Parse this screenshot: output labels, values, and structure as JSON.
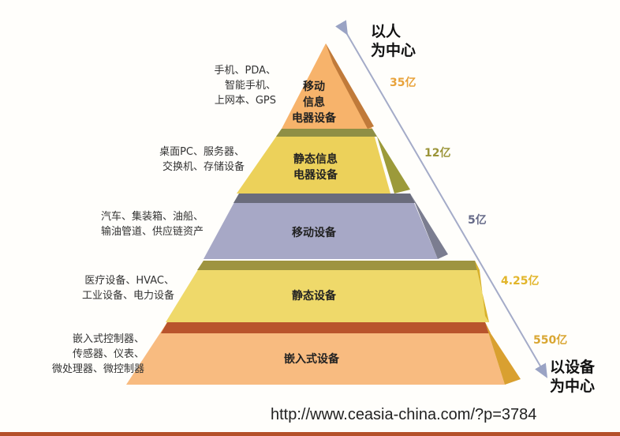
{
  "header_top": [
    "以人",
    "为中心"
  ],
  "header_bottom": [
    "以设备",
    "为中心"
  ],
  "tiers": [
    {
      "name_lines": [
        "移动",
        "信息",
        "电器设备"
      ],
      "desc_lines": [
        "手机、PDA、",
        "智能手机、",
        "上网本、GPS"
      ],
      "count": "35亿",
      "count_color": "#e8a23a",
      "color": "#f7b36b"
    },
    {
      "name_lines": [
        "静态信息",
        "电器设备"
      ],
      "desc_lines": [
        "桌面PC、服务器、",
        "交换机、存储设备"
      ],
      "count": "12亿",
      "count_color": "#9b9438",
      "color": "#ecd15a"
    },
    {
      "name_lines": [
        "移动设备"
      ],
      "desc_lines": [
        "汽车、集装箱、油船、",
        "输油管道、供应链资产"
      ],
      "count": "5亿",
      "count_color": "#666a88",
      "color": "#a7a8c6"
    },
    {
      "name_lines": [
        "静态设备"
      ],
      "desc_lines": [
        "医疗设备、HVAC、",
        "工业设备、电力设备"
      ],
      "count": "4.25亿",
      "count_color": "#e2b52a",
      "color": "#efd96a"
    },
    {
      "name_lines": [
        "嵌入式设备"
      ],
      "desc_lines": [
        "嵌入式控制器、",
        "传感器、仪表、",
        "微处理器、微控制器"
      ],
      "count": "550亿",
      "count_color": "#d9a632",
      "color": "#f8bb80"
    }
  ],
  "source_url": "http://www.ceasia-china.com/?p=3784"
}
